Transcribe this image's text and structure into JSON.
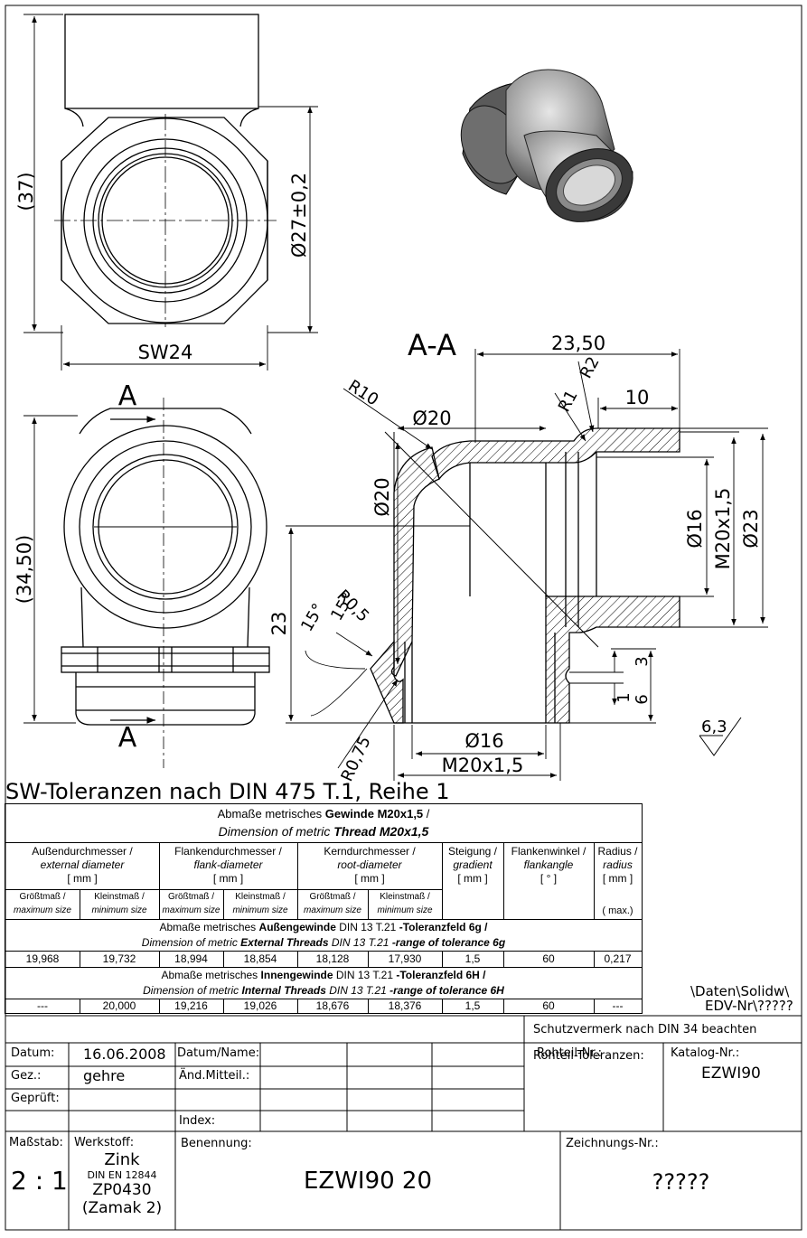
{
  "dimensions": {
    "height_top": "(37)",
    "diameter_27": "Ø27±0,2",
    "sw24": "SW24",
    "section_label": "A-A",
    "dim_23_50": "23,50",
    "r2": "R2",
    "r1": "R1",
    "dim_10": "10",
    "r10": "R10",
    "dia_20_top": "Ø20",
    "dia_20_left": "Ø20",
    "dia_16_right": "Ø16",
    "m20_right": "M20x1,5",
    "dia_23_right": "Ø23",
    "r05": "R0,5",
    "angle15_a": "15°",
    "angle15_b": "15°",
    "dim_23_left": "23",
    "dim_3": "3",
    "dim_1": "1",
    "dim_6": "6",
    "r075": "R0,75",
    "dia_16_bottom": "Ø16",
    "m20_bottom": "M20x1,5",
    "height_side": "(34,50)",
    "cut_a_top": "A",
    "cut_a_bottom": "A",
    "surface_finish": "6,3"
  },
  "sw_heading": "SW-Toleranzen nach DIN 475 T.1, Reihe 1",
  "thread_table": {
    "title_de_prefix": "Abmaße metrisches ",
    "title_de_bold": "Gewinde M20x1,5",
    "title_de_suffix": " /",
    "title_en_prefix": "Dimension of metric ",
    "title_en_bold": "Thread M20x1,5",
    "col_groups": [
      {
        "de": "Außendurchmesser /",
        "en": "external diameter",
        "unit": "[ mm ]"
      },
      {
        "de": "Flankendurchmesser /",
        "en": "flank-diameter",
        "unit": "[ mm ]"
      },
      {
        "de": "Kerndurchmesser /",
        "en": "root-diameter",
        "unit": "[ mm ]"
      }
    ],
    "col_pitch": {
      "de": "Steigung /",
      "en": "gradient",
      "unit": "[ mm ]"
    },
    "col_angle": {
      "de": "Flankenwinkel /",
      "en": "flankangle",
      "unit": "[ ° ]"
    },
    "col_radius": {
      "de": "Radius /",
      "en": "radius",
      "unit": "[ mm ]",
      "note": "( max.)"
    },
    "sub_max_de": "Größtmaß /",
    "sub_max_en": "maximum size",
    "sub_min_de": "Kleinstmaß /",
    "sub_min_en": "minimum size",
    "ext_de_prefix": "Abmaße metrisches ",
    "ext_de_bold": "Außengewinde",
    "ext_de_mid": " DIN 13 T.21 ",
    "ext_de_bold2": "-Toleranzfeld 6g /",
    "ext_en_prefix": "Dimension of metric ",
    "ext_en_bold": "External Threads",
    "ext_en_mid": " DIN 13 T.21 ",
    "ext_en_bold2": "-range of tolerance 6g",
    "ext_values": [
      "19,968",
      "19,732",
      "18,994",
      "18,854",
      "18,128",
      "17,930",
      "1,5",
      "60",
      "0,217"
    ],
    "int_de_prefix": "Abmaße metrisches ",
    "int_de_bold": "Innengewinde",
    "int_de_mid": " DIN 13 T.21 ",
    "int_de_bold2": "-Toleranzfeld 6H /",
    "int_en_prefix": "Dimension of metric ",
    "int_en_bold": "Internal Threads",
    "int_en_mid": " DIN 13 T.21 ",
    "int_en_bold2": "-range of tolerance 6H",
    "int_values": [
      "---",
      "20,000",
      "19,216",
      "19,026",
      "18,676",
      "18,376",
      "1,5",
      "60",
      "---"
    ]
  },
  "path_line1": "\\Daten\\Solidw\\",
  "path_line2": "EDV-Nr\\?????",
  "title_block": {
    "schutzvermerk": "Schutzvermerk nach DIN 34 beachten",
    "rohteil_tol": "Rohteil-Toleranzen:",
    "datum_label": "Datum:",
    "datum_value": "16.06.2008",
    "datum_name_label": "Datum/Name:",
    "gez_label": "Gez.:",
    "gez_value": "gehre",
    "aend_label": "Änd.Mitteil.:",
    "geprueft_label": "Geprüft:",
    "index_label": "Index:",
    "rohteil_nr_label": "Rohteil-Nr.:",
    "katalog_label": "Katalog-Nr.:",
    "katalog_value": "EZWI90",
    "massstab_label": "Maßstab:",
    "massstab_value": "2 : 1",
    "werkstoff_label": "Werkstoff:",
    "werkstoff_1": "Zink",
    "werkstoff_2": "DIN EN 12844",
    "werkstoff_3": "ZP0430",
    "werkstoff_4": "(Zamak 2)",
    "benennung_label": "Benennung:",
    "benennung_value": "EZWI90 20",
    "zeichnungs_label": "Zeichnungs-Nr.:",
    "zeichnungs_value": "?????"
  }
}
